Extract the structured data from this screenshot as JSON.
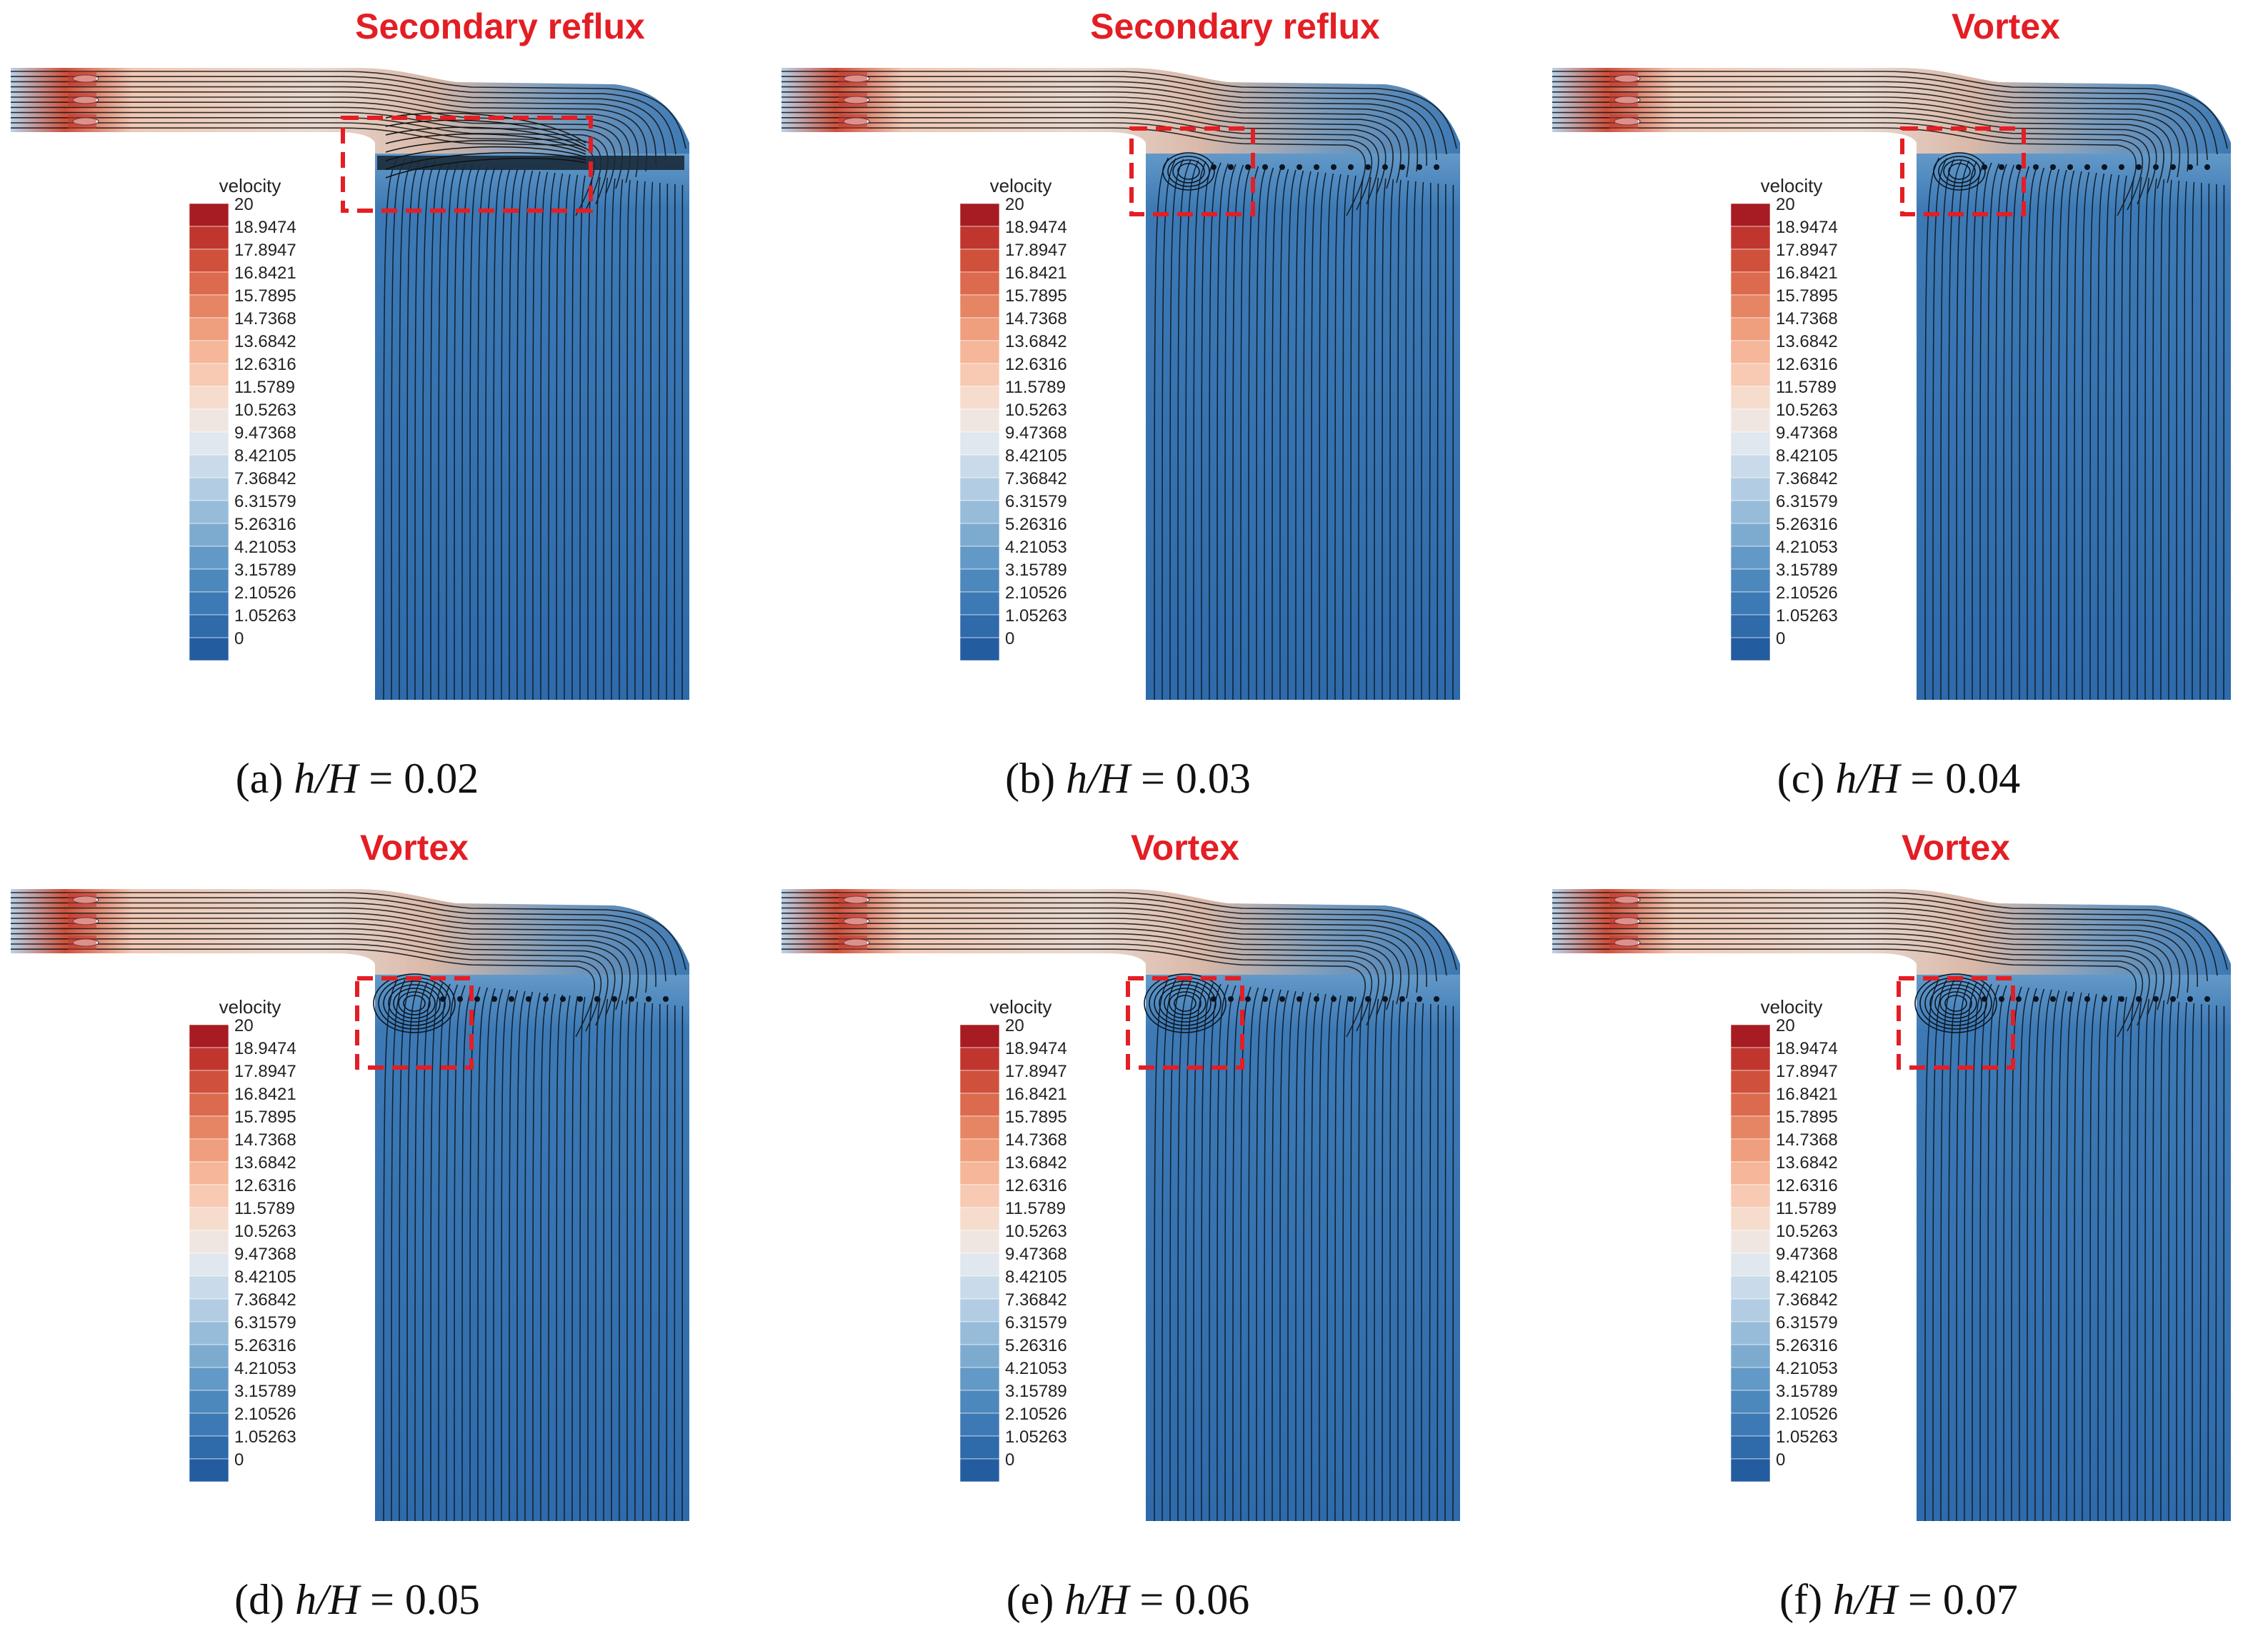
{
  "legend": {
    "title": "velocity",
    "levels": [
      "20",
      "18.9474",
      "17.8947",
      "16.8421",
      "15.7895",
      "14.7368",
      "13.6842",
      "12.6316",
      "11.5789",
      "10.5263",
      "9.47368",
      "8.42105",
      "7.36842",
      "6.31579",
      "5.26316",
      "4.21053",
      "3.15789",
      "2.10526",
      "1.05263",
      "0"
    ],
    "colors": [
      "#a61c22",
      "#c0362e",
      "#cf513c",
      "#dc6a4e",
      "#e68564",
      "#ef9e7e",
      "#f5b699",
      "#f8cab3",
      "#f5dccd",
      "#efe6e1",
      "#e0e7ee",
      "#c9dbea",
      "#b2cde3",
      "#97bcd9",
      "#7dabd0",
      "#6399c6",
      "#4d88bd",
      "#3d79b4",
      "#2f6aaa",
      "#245ca0"
    ]
  },
  "panels": [
    {
      "label": "(a)",
      "ratio_text": "h/H",
      "equals": " = 0.02",
      "annotation": "Secondary reflux",
      "feature": "reflux"
    },
    {
      "label": "(b)",
      "ratio_text": "h/H",
      "equals": " = 0.03",
      "annotation": "Secondary reflux",
      "feature": "small"
    },
    {
      "label": "(c)",
      "ratio_text": "h/H",
      "equals": " = 0.04",
      "annotation": "Vortex",
      "feature": "small"
    },
    {
      "label": "(d)",
      "ratio_text": "h/H",
      "equals": " = 0.05",
      "annotation": "Vortex",
      "feature": "vortex"
    },
    {
      "label": "(e)",
      "ratio_text": "h/H",
      "equals": " = 0.06",
      "annotation": "Vortex",
      "feature": "vortex"
    },
    {
      "label": "(f)",
      "ratio_text": "h/H",
      "equals": " = 0.07",
      "annotation": "Vortex",
      "feature": "vortex"
    }
  ],
  "colors": {
    "annotation": "#e31e24",
    "flow_blue": "#2f6aaa",
    "inlet_red": "#c0362e"
  }
}
